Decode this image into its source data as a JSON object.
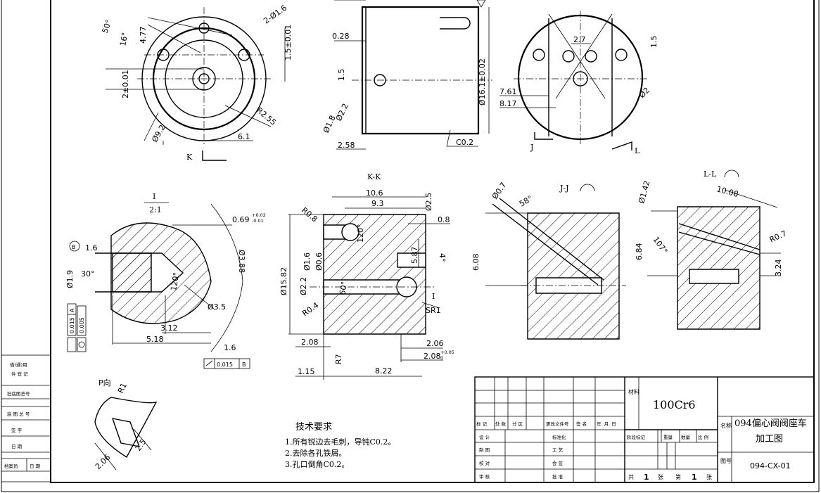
{
  "dimensions": {
    "top_left": [
      "50°",
      "16°",
      "4.77",
      "2-Ø1.6",
      "1.5±0.01",
      "2±0.01",
      "R2.55",
      "Ø9.2",
      "6.1"
    ],
    "top_middle": [
      "0.28",
      "1.5",
      "Ø16.1±0.02",
      "Ø1.8",
      "Ø2.2",
      "2.58",
      "C0.2"
    ],
    "top_right": [
      "2.7",
      "1.5",
      "7.61",
      "8.17",
      "Ø2"
    ],
    "detail_i": [
      "1.6",
      "Ø1.9",
      "30°",
      "120°",
      "0.69",
      "+0.02",
      "-0.01",
      "Ø3.88",
      "Ø3.5",
      "3.12",
      "5.18",
      "1.6"
    ],
    "section_kk": [
      "R0.8",
      "10.6",
      "9.3",
      "Ø2.5",
      "0.8",
      "120°",
      "5.87",
      "4°",
      "Ø15.82",
      "Ø1.6",
      "Ø0.6",
      "Ø2.2",
      "60°",
      "R0.4",
      "SR1",
      "2.08",
      "R7",
      "2.06",
      "2.08",
      "+0.05",
      "0",
      "1.15",
      "8.22"
    ],
    "section_jj": [
      "Ø0.7",
      "58°",
      "6.08"
    ],
    "section_ll": [
      "Ø1.42",
      "10.08",
      "107°",
      "6.84",
      "R0.7",
      "3.24"
    ],
    "detail_p": [
      "R1",
      "2.5",
      "2.06"
    ]
  },
  "labels": {
    "view_k": "K",
    "view_j": "J",
    "view_l": "L",
    "section_kk": "K-K",
    "section_jj": "J-J",
    "section_ll": "L-L",
    "detail_i_name": "I",
    "detail_i_scale": "2:1",
    "detail_p": "P向",
    "mark_i": "I",
    "datum_b": "B",
    "gdt1_value": "0.015",
    "gdt1_datum": "A",
    "gdt2_value": "0.005",
    "gdt3_value": "0.015",
    "gdt3_datum": "B"
  },
  "notes": {
    "title": "技术要求",
    "items": [
      "1.所有锐边去毛刺，导钝C0.2。",
      "2.去除各孔铁屑。",
      "3.孔口倒角C0.2。"
    ]
  },
  "left_stamp": {
    "top": [
      "借(通)用",
      "件 登 记"
    ],
    "rows": [
      "旧底图总号",
      "底 图 总 号",
      "签    字",
      "日    期"
    ],
    "bottom": [
      "档案员",
      "日 期"
    ]
  },
  "title_block": {
    "header_row": [
      "标 记",
      "处 数",
      "分 区",
      "更改文件号",
      "签 名",
      "年. 月. 日"
    ],
    "role_rows": [
      [
        "设 计",
        "标准化"
      ],
      [
        "制 图",
        "工 艺"
      ],
      [
        "校 对",
        "会 签"
      ],
      [
        "审 核",
        "批 准"
      ]
    ],
    "material_label": "材料",
    "material": "100Cr6",
    "stage_headers": [
      "阶段标记",
      "重量",
      "数量",
      "比 例"
    ],
    "sheets": {
      "total_prefix": "共",
      "total": "1",
      "unit1": "张",
      "cur_prefix": "第",
      "current": "1",
      "unit2": "张"
    },
    "name_label": "名称",
    "drawing_name_line1": "094偏心阀阀座车",
    "drawing_name_line2": "加工图",
    "number_label": "图号",
    "drawing_number": "094-CX-01"
  }
}
